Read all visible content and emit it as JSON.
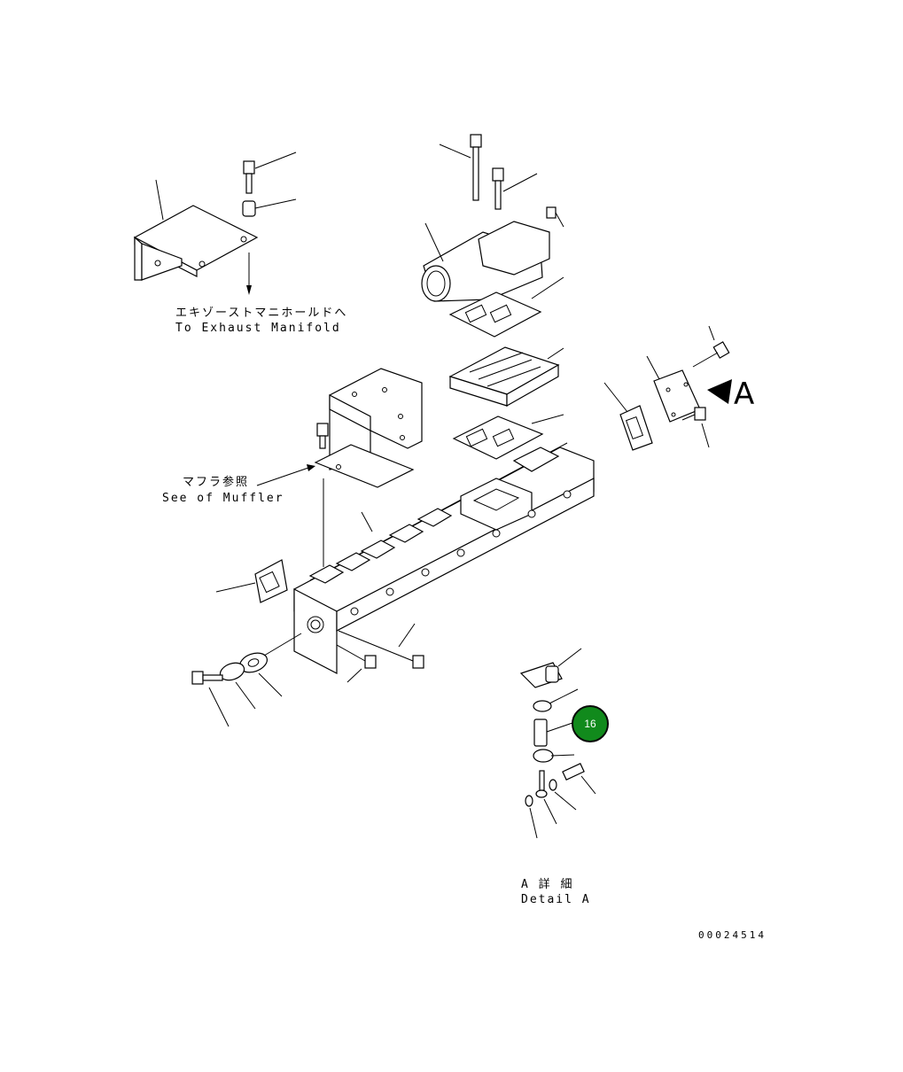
{
  "labels": {
    "exhaust_jp": "エキゾーストマニホールドへ",
    "exhaust_en": "To Exhaust Manifold",
    "muffler_jp": "マフラ参照",
    "muffler_en": "See of Muffler",
    "view_a": "A",
    "detail_jp": "A 詳 細",
    "detail_en": "Detail A",
    "drawing_no": "00024514"
  },
  "callouts": [
    {
      "number": "16",
      "color": "#118a1c"
    }
  ]
}
